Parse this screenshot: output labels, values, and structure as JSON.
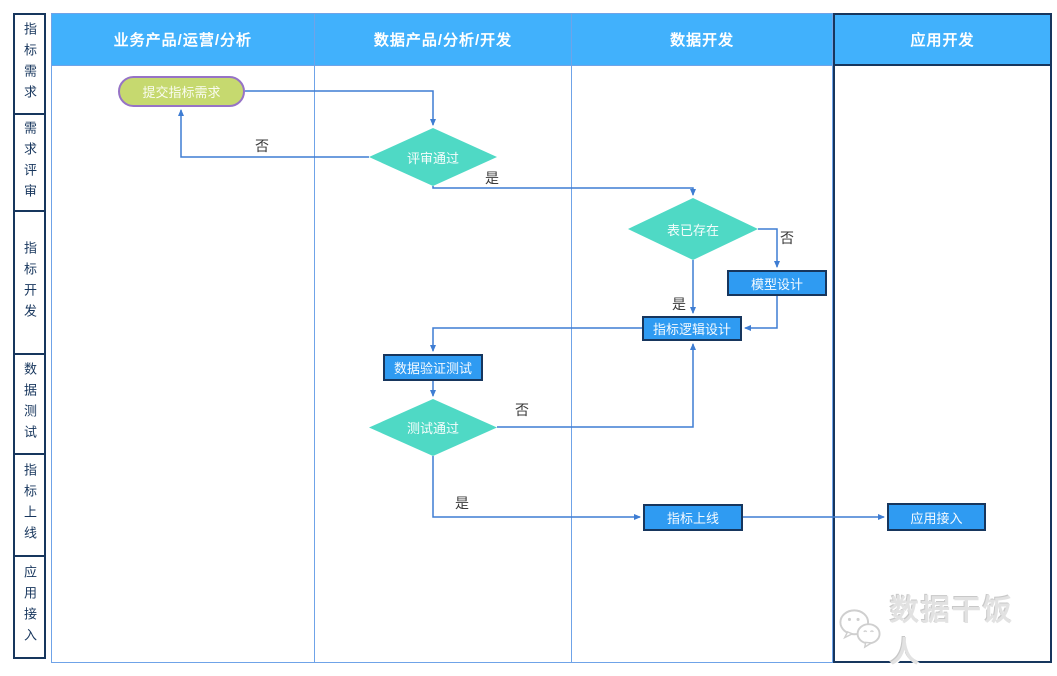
{
  "colors": {
    "header_bg": "#41B1FC",
    "header_text": "#FFFFFF",
    "process_fill": "#2F9BF2",
    "process_border": "#17365D",
    "decision_fill": "#4FD9C5",
    "start_fill": "#C6D96F",
    "start_border": "#9673C6",
    "edge": "#3E7DD3",
    "pool_border": "#6FA3E8",
    "lane_border": "#17365D",
    "lane_text": "#17365D",
    "watermark_text": "#E2E2E2"
  },
  "pool_headers": [
    {
      "label": "业务产品/运营/分析"
    },
    {
      "label": "数据产品/分析/开发"
    },
    {
      "label": "数据开发"
    },
    {
      "label": "应用开发"
    }
  ],
  "lanes": [
    {
      "label": "指标需求"
    },
    {
      "label": "需求评审"
    },
    {
      "label": "指标开发"
    },
    {
      "label": "数据测试"
    },
    {
      "label": "指标上线"
    },
    {
      "label": "应用接入"
    }
  ],
  "nodes": [
    {
      "id": "submit-metric-requirement",
      "type": "start",
      "label": "提交指标需求"
    },
    {
      "id": "review-passed",
      "type": "decision",
      "label": "评审通过"
    },
    {
      "id": "table-exists",
      "type": "decision",
      "label": "表已存在"
    },
    {
      "id": "model-design",
      "type": "process",
      "label": "模型设计"
    },
    {
      "id": "metric-logic-design",
      "type": "process",
      "label": "指标逻辑设计"
    },
    {
      "id": "data-validation-test",
      "type": "process",
      "label": "数据验证测试"
    },
    {
      "id": "test-passed",
      "type": "decision",
      "label": "测试通过"
    },
    {
      "id": "metric-launch",
      "type": "process",
      "label": "指标上线"
    },
    {
      "id": "app-integration",
      "type": "process",
      "label": "应用接入"
    }
  ],
  "edge_labels": [
    {
      "id": "review-no",
      "text": "否"
    },
    {
      "id": "review-yes",
      "text": "是"
    },
    {
      "id": "table-exists-no",
      "text": "否"
    },
    {
      "id": "table-exists-yes",
      "text": "是"
    },
    {
      "id": "test-no",
      "text": "否"
    },
    {
      "id": "test-yes",
      "text": "是"
    }
  ],
  "watermark": {
    "icon": "wechat-icon",
    "text": "数据干饭人"
  }
}
